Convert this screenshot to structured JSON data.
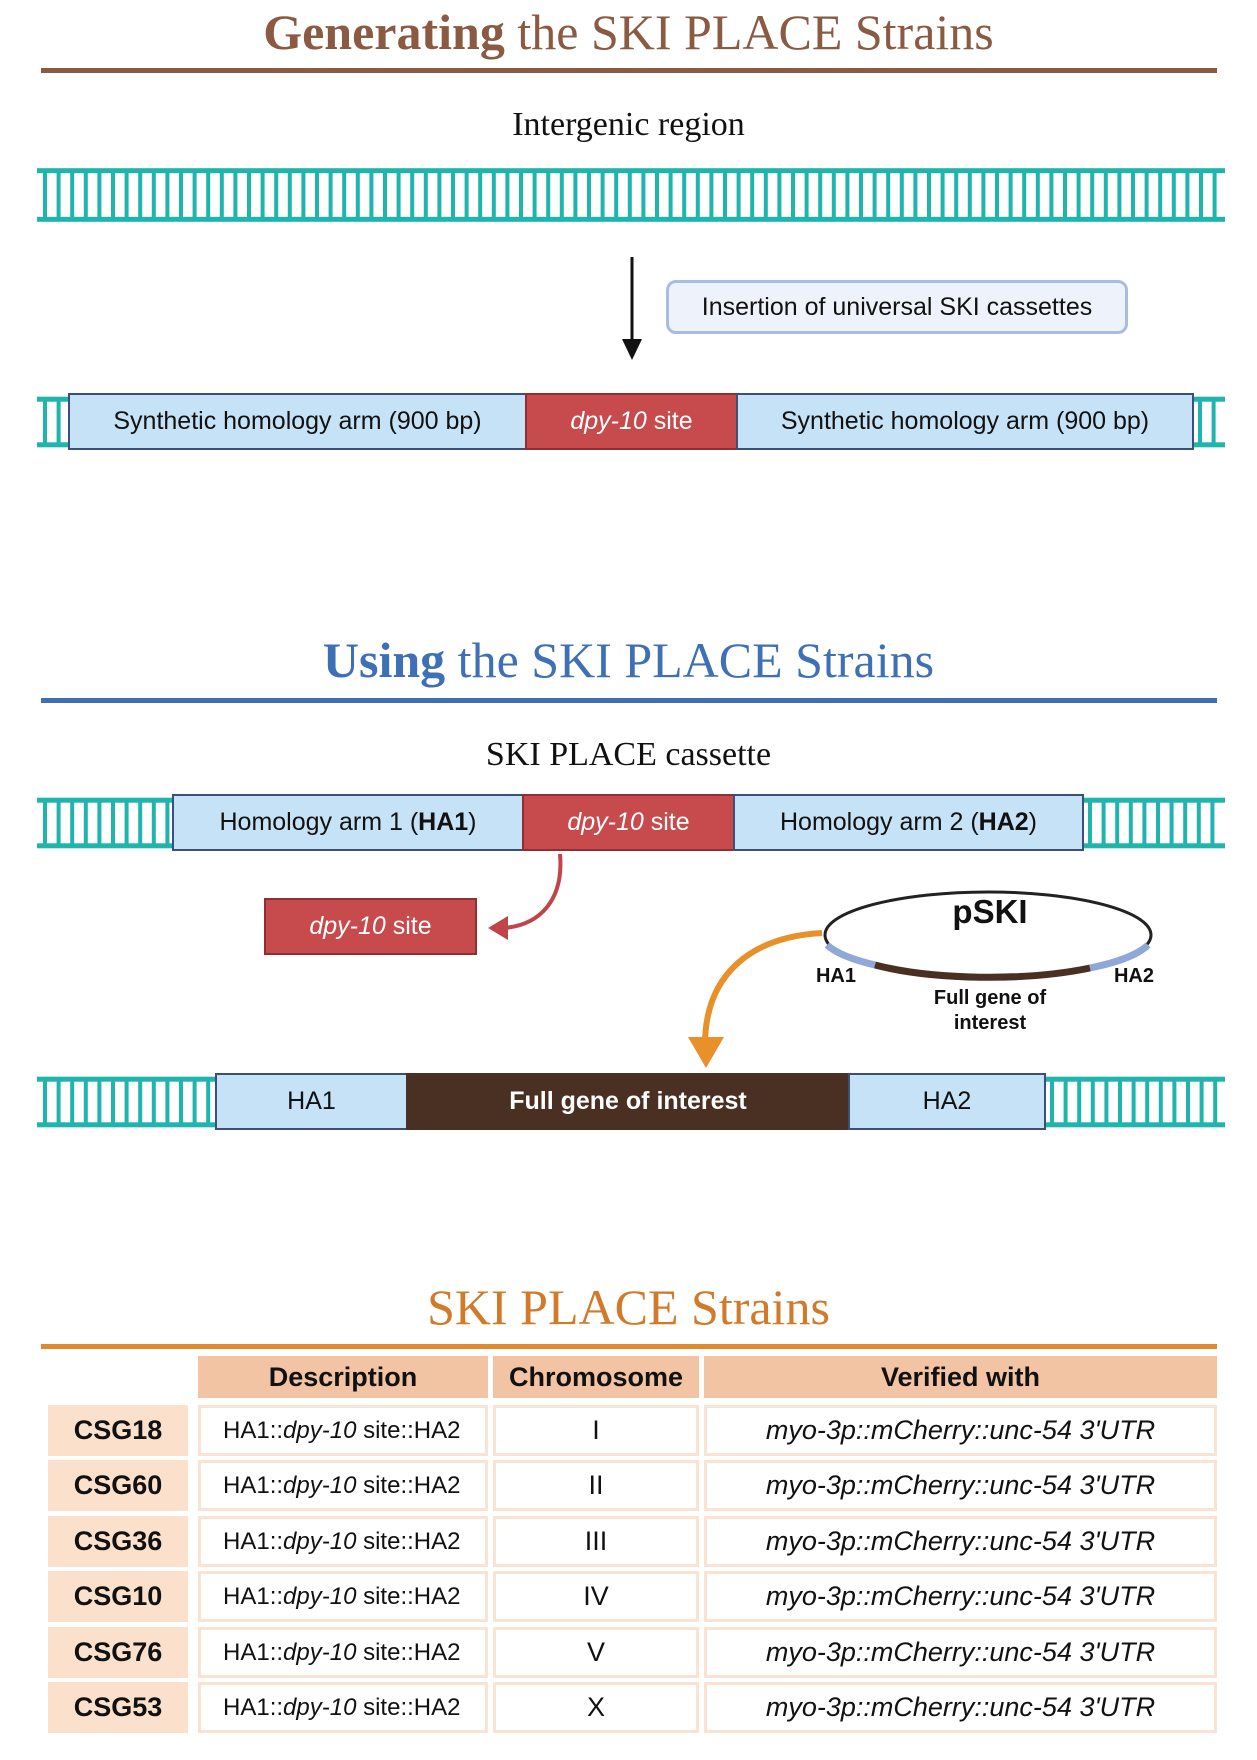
{
  "section1": {
    "title_bold": "Generating",
    "title_rest": " the SKI PLACE Strains",
    "color": "#8b5a42",
    "region_label": "Intergenic region",
    "insertion_label": "Insertion of universal SKI cassettes",
    "arm_left": "Synthetic homology arm (900 bp)",
    "site_italic": "dpy-10",
    "site_rest": " site",
    "arm_right": "Synthetic homology arm (900 bp)"
  },
  "section2": {
    "title_bold": "Using",
    "title_rest": " the SKI PLACE Strains",
    "color": "#3f6fb5",
    "cassette_label": "SKI PLACE cassette",
    "ha1_prefix": "Homology arm 1 (",
    "ha1_bold": "HA1",
    "ha1_suffix": ")",
    "site_italic": "dpy-10",
    "site_rest": " site",
    "ha2_prefix": "Homology arm 2 (",
    "ha2_bold": "HA2",
    "ha2_suffix": ")",
    "excised_italic": "dpy-10",
    "excised_rest": " site",
    "plasmid_name": "pSKI",
    "plasmid_ha1": "HA1",
    "plasmid_ha2": "HA2",
    "plasmid_gene_line1": "Full gene of",
    "plasmid_gene_line2": "interest",
    "final_ha1": "HA1",
    "final_gene": "Full gene of interest",
    "final_ha2": "HA2"
  },
  "section3": {
    "title": "SKI PLACE Strains",
    "color": "#d07a2a",
    "headers": [
      "Description",
      "Chromosome",
      "Verified with"
    ],
    "rows": [
      {
        "id": "CSG18",
        "desc_a": "HA1::",
        "desc_i": "dpy-10",
        "desc_b": " site::HA2",
        "chromosome": "I",
        "verified": "myo-3p::mCherry::unc-54 3'UTR"
      },
      {
        "id": "CSG60",
        "desc_a": "HA1::",
        "desc_i": "dpy-10",
        "desc_b": " site::HA2",
        "chromosome": "II",
        "verified": "myo-3p::mCherry::unc-54 3'UTR"
      },
      {
        "id": "CSG36",
        "desc_a": "HA1::",
        "desc_i": "dpy-10",
        "desc_b": " site::HA2",
        "chromosome": "III",
        "verified": "myo-3p::mCherry::unc-54 3'UTR"
      },
      {
        "id": "CSG10",
        "desc_a": "HA1::",
        "desc_i": "dpy-10",
        "desc_b": " site::HA2",
        "chromosome": "IV",
        "verified": "myo-3p::mCherry::unc-54 3'UTR"
      },
      {
        "id": "CSG76",
        "desc_a": "HA1::",
        "desc_i": "dpy-10",
        "desc_b": " site::HA2",
        "chromosome": "V",
        "verified": "myo-3p::mCherry::unc-54 3'UTR"
      },
      {
        "id": "CSG53",
        "desc_a": "HA1::",
        "desc_i": "dpy-10",
        "desc_b": " site::HA2",
        "chromosome": "X",
        "verified": "myo-3p::mCherry::unc-54 3'UTR"
      }
    ]
  },
  "colors": {
    "dna": "#1fb5ad",
    "arm_fill": "#c6e2f6",
    "site_fill": "#c74a4d",
    "gene_fill": "#4a3023",
    "arrow_red": "#c0454a",
    "arrow_orange": "#e8912a",
    "plasmid_arm": "#8fa8d8"
  }
}
